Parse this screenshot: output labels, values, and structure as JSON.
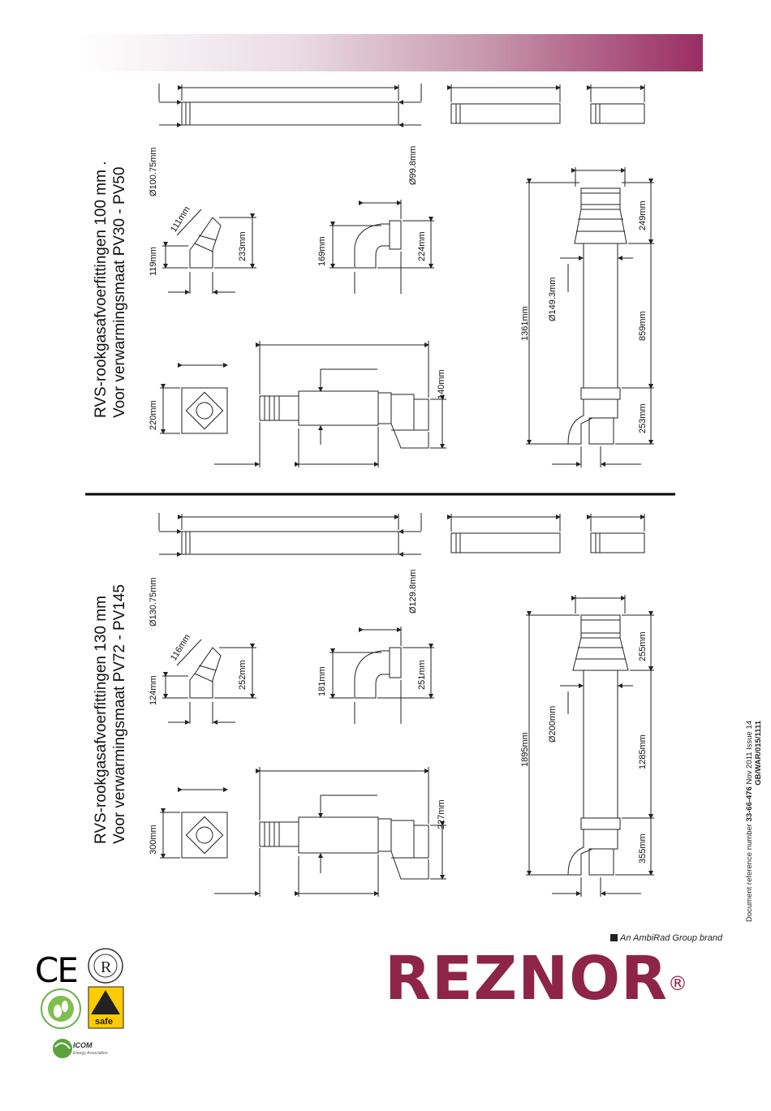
{
  "header": {
    "bar_colors": [
      "#ffffff",
      "#9a2d62"
    ]
  },
  "section_100": {
    "title_line1": "RVS-rookgasafvoerfittingen 100 mm .",
    "title_line2": "Voor verwarmingsmaat PV30 - PV50",
    "dims": {
      "pipe_outer": "Ø100.75mm",
      "pipe_inner": "Ø99.8mm",
      "bend45_diag": "111mm",
      "bend45_height": "119mm",
      "bend45_width": "233mm",
      "bend90_height": "169mm",
      "bend90_width": "224mm",
      "plate_size": "220mm",
      "wall_terminal": "140mm",
      "roof_total": "1361mm",
      "roof_diameter": "Ø149.3mm",
      "roof_top": "249mm",
      "roof_mid": "859mm",
      "roof_bottom": "253mm"
    }
  },
  "section_130": {
    "title_line1": "RVS-rookgasafvoerfittingen 130 mm",
    "title_line2": "Voor verwarmingsmaat PV72 - PV145",
    "dims": {
      "pipe_outer": "Ø130.75mm",
      "pipe_inner": "Ø129.8mm",
      "bend45_diag": "116mm",
      "bend45_height": "124mm",
      "bend45_width": "252mm",
      "bend90_height": "181mm",
      "bend90_width": "251mm",
      "plate_size": "300mm",
      "wall_terminal": "227mm",
      "roof_total": "1895mm",
      "roof_diameter": "Ø200mm",
      "roof_top": "255mm",
      "roof_mid": "1285mm",
      "roof_bottom": "355mm"
    }
  },
  "document": {
    "ref_prefix": "Document reference number ",
    "ref_number": "33-66-476",
    "ref_suffix": " Nov 2011 Issue 14",
    "ref_code": "GB/WAR/015/1111"
  },
  "brand": {
    "tagline": "An AmbiRad Group brand",
    "logo_text": "REZNOR",
    "logo_mark": "®",
    "color": "#8e2448"
  },
  "certifications": {
    "ce_mark": "CE",
    "icom_name": "ICOM",
    "icom_sub": "Energy Association"
  }
}
